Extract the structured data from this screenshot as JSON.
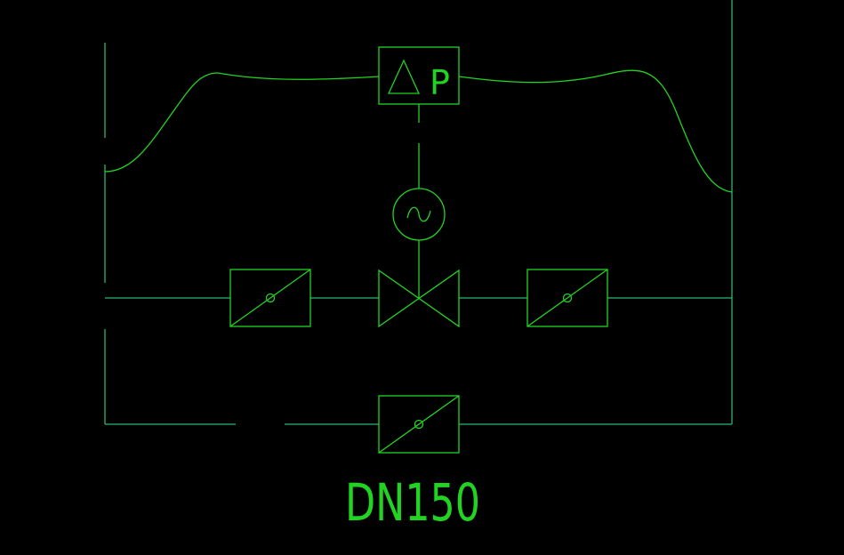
{
  "drawing": {
    "background_color": "#000000",
    "pipe_color": "#2bb673",
    "symbol_color": "#22d422",
    "dp_label_triangle": "△",
    "dp_label_letter": "P",
    "pipe_size_label": "DN150"
  },
  "symbols": {
    "sensor_box": "differential-pressure-sensor",
    "actuator": "actuator-tilde-circle",
    "control_valve": "two-way-valve-bowtie",
    "dampers": [
      "damper-left",
      "damper-right",
      "damper-bypass"
    ]
  }
}
